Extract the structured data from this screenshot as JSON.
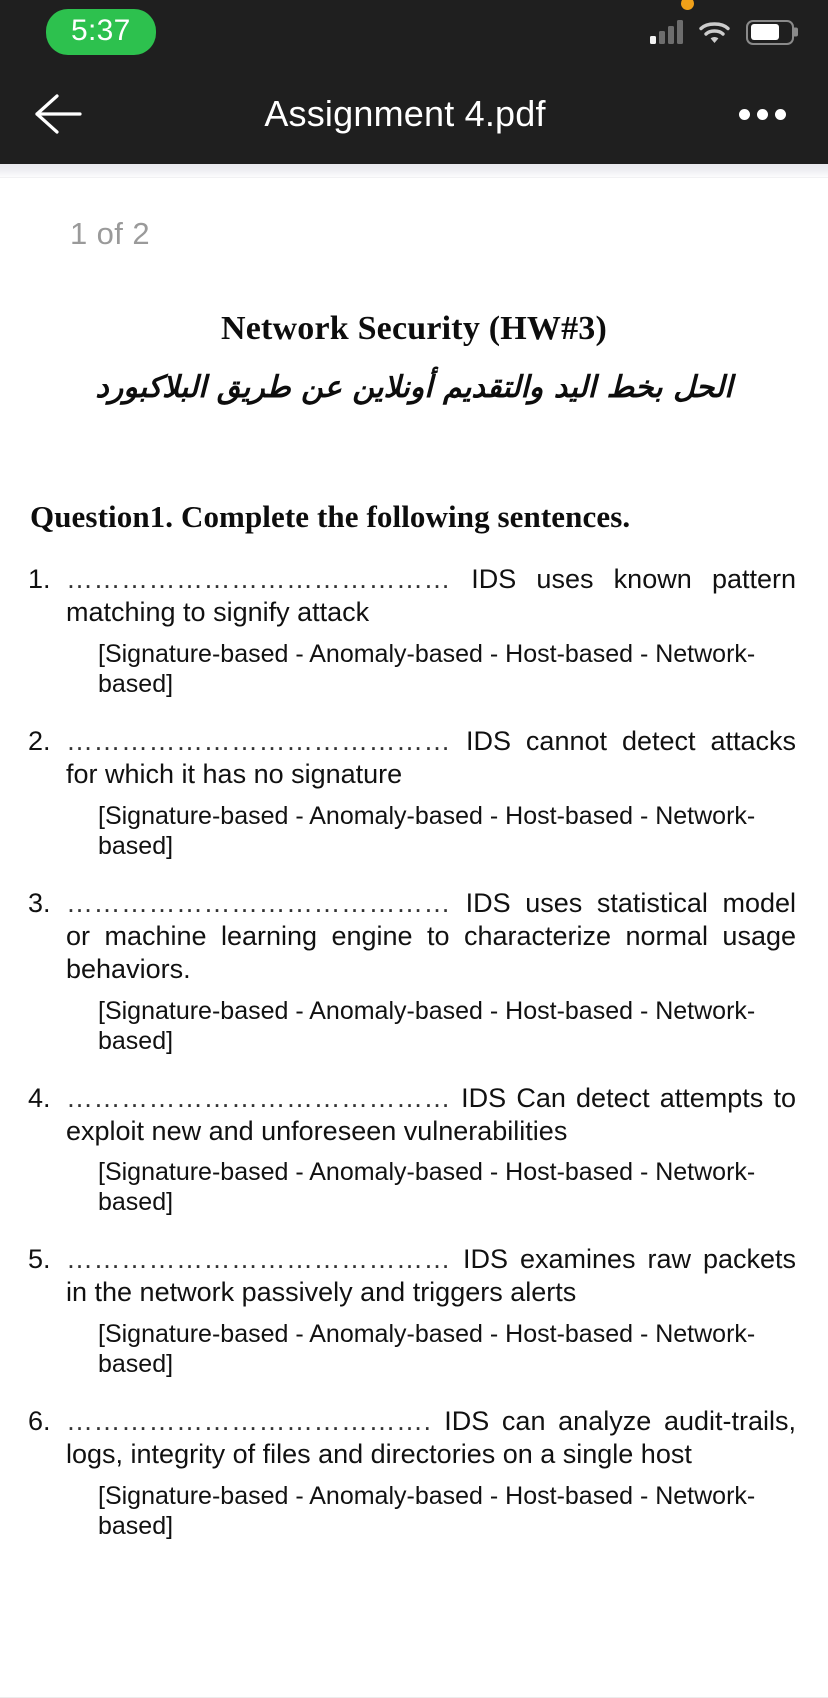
{
  "status_bar": {
    "time": "5:37",
    "time_pill_color": "#2dc14e",
    "privacy_indicator_color": "#f0a019",
    "signal_bars": 3,
    "signal_bars_total": 4,
    "wifi": "wifi-icon",
    "battery_level_percent": 72
  },
  "app_bar": {
    "back_label": "←",
    "title": "Assignment 4.pdf",
    "more_label": "•••",
    "background": "#1f1f1f"
  },
  "document": {
    "page_indicator": "1 of 2",
    "title": "Network Security (HW#3)",
    "subtitle_arabic": "الحل بخط اليد والتقديم أونلاين عن طريق البلاكبورد",
    "question_heading": "Question1. Complete the following sentences.",
    "blank_dots": "……………………………………",
    "options_line": "[Signature-based - Anomaly-based - Host-based - Network-based]",
    "items": [
      {
        "number": "1.",
        "dots": "……………………………………",
        "text": " IDS uses known pattern matching to signify attack",
        "options": "[Signature-based - Anomaly-based - Host-based - Network-based]"
      },
      {
        "number": "2.",
        "dots": "……………………………………",
        "text": " IDS cannot detect attacks for which it has no signature",
        "options": "[Signature-based - Anomaly-based - Host-based - Network-based]"
      },
      {
        "number": "3.",
        "dots": "……………………………………",
        "text": " IDS uses statistical model or machine learning engine to characterize normal usage behaviors.",
        "options": "[Signature-based - Anomaly-based - Host-based - Network-based]"
      },
      {
        "number": "4.",
        "dots": "……………………………………",
        "text": " IDS Can detect attempts to exploit new and unforeseen vulnerabilities",
        "options": "[Signature-based - Anomaly-based - Host-based - Network-based]"
      },
      {
        "number": "5.",
        "dots": "……………………………………",
        "text": " IDS examines raw packets in the network passively and triggers alerts",
        "options": "[Signature-based - Anomaly-based - Host-based - Network-based]"
      },
      {
        "number": "6.",
        "dots": "………………………………….",
        "text": " IDS can analyze audit-trails, logs, integrity of files and directories on a single host",
        "options": "[Signature-based - Anomaly-based - Host-based - Network-based]"
      }
    ]
  }
}
